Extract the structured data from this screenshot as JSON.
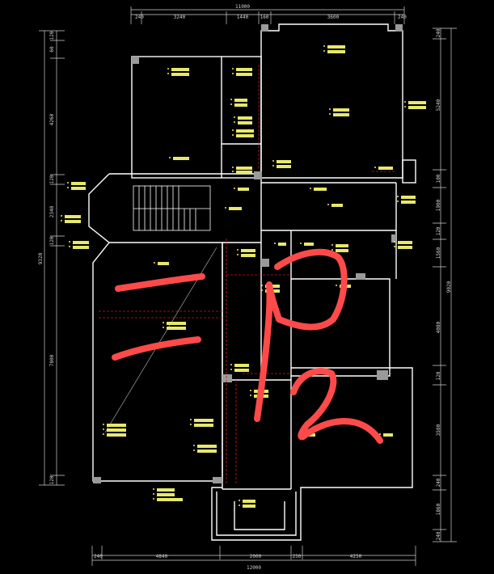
{
  "drawing": {
    "background": "#000000",
    "wall_color": "#ffffff",
    "dim_color": "#cfcfcf",
    "label_color": "#e8e86a",
    "aux_color": "#d01818",
    "sketch_color": "#ff4a4a"
  },
  "dimensions": {
    "top_overall": "11000",
    "top_segments": [
      "240",
      "3240",
      "1440",
      "160",
      "3600",
      "240"
    ],
    "bottom_overall": "12000",
    "bottom_segments": [
      "240",
      "4840",
      "2000",
      "250",
      "4250"
    ],
    "left_overall": "9320",
    "left_segments": [
      "120",
      "60",
      "4260",
      "120",
      "2340",
      "120",
      "7800",
      "120"
    ],
    "right_overall": "9020",
    "right_segments": [
      "240",
      "5240",
      "100",
      "1900",
      "120",
      "1560",
      "4080",
      "120",
      "3500",
      "240",
      "1860",
      "240"
    ]
  },
  "sketch": {
    "description_none": ""
  }
}
